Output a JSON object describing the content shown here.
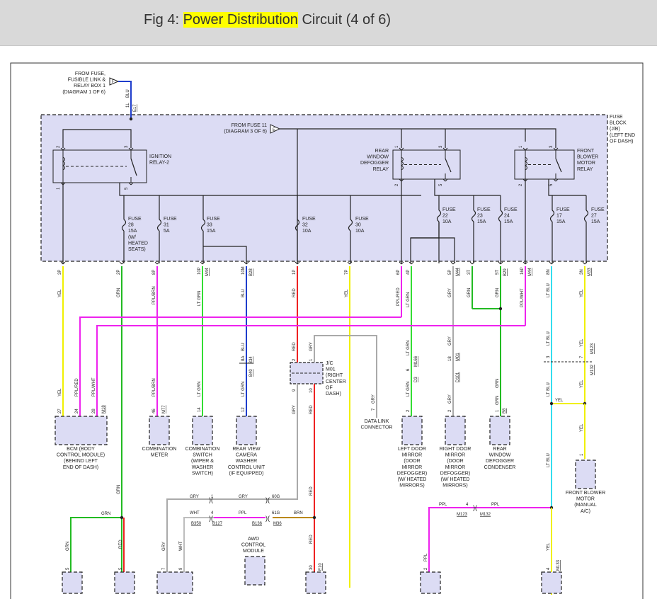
{
  "header": {
    "fig": "Fig 4:",
    "highlight": "Power Distribution",
    "rest": "Circuit (4 of 6)"
  },
  "colors": {
    "YEL": "#f0f000",
    "GRN": "#22bb22",
    "LT GRN": "#33dd33",
    "PPL": "#ee22ee",
    "BLU": "#1f3dcc",
    "LT BLU": "#33ddee",
    "RED": "#ee2222",
    "GRY": "#aaaaaa",
    "WHT": "#bdbdbd",
    "BRN": "#bb8800",
    "BLACK": "#222222",
    "box": "#dcdcf4"
  },
  "fuse_block": {
    "name": [
      "FUSE",
      "BLOCK",
      "(J/B)",
      "(LEFT END",
      "OF DASH)"
    ]
  },
  "feed": {
    "text": [
      "FROM FUSE,",
      "FUSIBLE LINK &",
      "RELAY BOX 1",
      "(DIAGRAM 1 OF 6)"
    ],
    "pin": "F",
    "wire": "BLU",
    "pin_no": "1L",
    "conn": "E17"
  },
  "fuse11": {
    "text": [
      "FROM FUSE 11",
      "(DIAGRAM 3 OF 6)"
    ],
    "pin": "E"
  },
  "relays": [
    {
      "label": [
        "IGNITION",
        "RELAY-2"
      ],
      "pins": [
        "2",
        "3",
        "1",
        "5"
      ]
    },
    {
      "label": [
        "REAR",
        "WINDOW",
        "DEFOGGER",
        "RELAY"
      ],
      "pins": [
        "1",
        "3",
        "2",
        "5"
      ]
    },
    {
      "label": [
        "FRONT",
        "BLOWER",
        "MOTOR",
        "RELAY"
      ],
      "pins": [
        "1",
        "3",
        "2",
        "5"
      ]
    }
  ],
  "fuses": [
    {
      "name": "FUSE",
      "num": "28",
      "rating": "15A",
      "extra": [
        "(W/",
        "HEATED",
        "SEATS)"
      ]
    },
    {
      "name": "FUSE",
      "num": "31",
      "rating": "5A"
    },
    {
      "name": "FUSE",
      "num": "33",
      "rating": "15A"
    },
    {
      "name": "FUSE",
      "num": "32",
      "rating": "10A"
    },
    {
      "name": "FUSE",
      "num": "30",
      "rating": "10A"
    },
    {
      "name": "FUSE",
      "num": "22",
      "rating": "10A"
    },
    {
      "name": "FUSE",
      "num": "23",
      "rating": "15A"
    },
    {
      "name": "FUSE",
      "num": "24",
      "rating": "15A"
    },
    {
      "name": "FUSE",
      "num": "17",
      "rating": "15A"
    },
    {
      "name": "FUSE",
      "num": "27",
      "rating": "15A"
    }
  ],
  "terminals": [
    {
      "pin": "3P",
      "conn": "",
      "wire": "YEL"
    },
    {
      "pin": "2P",
      "conn": "",
      "wire": "GRN"
    },
    {
      "pin": "8P",
      "conn": "",
      "wire": "PPL/BRN"
    },
    {
      "pin": "10P",
      "conn": "M44",
      "wire": "LT GRN"
    },
    {
      "pin": "10M",
      "conn": "B28",
      "wire": "BLU"
    },
    {
      "pin": "1P",
      "conn": "",
      "wire": "RED"
    },
    {
      "pin": "7P",
      "conn": "",
      "wire": "YEL"
    },
    {
      "pin": "6P",
      "conn": "",
      "wire": "PPL/RED"
    },
    {
      "pin": "4P",
      "conn": "",
      "wire": "LT GRN"
    },
    {
      "pin": "5P",
      "conn": "M44",
      "wire": "GRY"
    },
    {
      "pin": "3T",
      "conn": "",
      "wire": "GRN"
    },
    {
      "pin": "5T",
      "conn": "B29",
      "wire": "GRN"
    },
    {
      "pin": "16P",
      "conn": "M44",
      "wire": "PPL/WHT"
    },
    {
      "pin": "8N",
      "conn": "",
      "wire": "LT BLU"
    },
    {
      "pin": "3N",
      "conn": "M33",
      "wire": "YEL"
    }
  ],
  "jc": {
    "name": [
      "J/C",
      "M01",
      "(RIGHT",
      "CENTER",
      "OF",
      "DASH)"
    ],
    "pins": [
      "2",
      "1",
      "9",
      "10"
    ],
    "wires": [
      "RED",
      "GRY",
      "GRY",
      "RED"
    ]
  },
  "dlc": {
    "label": [
      "DATA LINK",
      "CONNECTOR"
    ],
    "pin": "7",
    "wire": "GRY"
  },
  "inline": [
    {
      "pin": "8A",
      "wire": "BLU",
      "conn": "B34"
    },
    {
      "pin": "12",
      "wire": "LT GRN",
      "conn": "B40"
    },
    {
      "pin": "6",
      "wire": "LT GRN",
      "conn": "M166",
      "conn2": "D3"
    },
    {
      "pin": "18",
      "wire": "GRY",
      "conn": "M01",
      "conn2": "D101"
    },
    {
      "pin": "3",
      "wire": "LT BLU",
      "conn": "M123"
    },
    {
      "pin": "7",
      "wire": "YEL",
      "conn": "M132"
    }
  ],
  "components": [
    {
      "label": [
        "BCM (BODY",
        "CONTROL MODULE)",
        "(BEHIND LEFT",
        "END OF DASH)"
      ],
      "pins": [
        {
          "pin": "27",
          "wire": "YEL"
        },
        {
          "pin": "24",
          "wire": "PPL/RED"
        },
        {
          "pin": "28",
          "wire": "PPL/WHT"
        }
      ],
      "conn": "M18"
    },
    {
      "label": [
        "COMBINATION",
        "METER"
      ],
      "pins": [
        {
          "pin": "46",
          "wire": "PPL/BRN"
        }
      ],
      "conn": "M77"
    },
    {
      "label": [
        "COMBINATION",
        "SWITCH",
        "(WIPER &",
        "WASHER",
        "SWITCH)"
      ],
      "pins": [
        {
          "pin": "14",
          "wire": "LT GRN"
        }
      ],
      "conn": ""
    },
    {
      "label": [
        "REAR VIEW",
        "CAMERA",
        "WASHER",
        "CONTROL UNIT",
        "(IF EQUIPPED)"
      ],
      "pins": [
        {
          "pin": "12",
          "wire": "LT GRN"
        }
      ],
      "conn": ""
    },
    {
      "label": [
        "LEFT DOOR",
        "MIRROR",
        "(DOOR",
        "MIRROR",
        "DEFOGGER)",
        "(W/ HEATED",
        "MIRRORS)"
      ],
      "pins": [
        {
          "pin": "2",
          "wire": "LT GRN"
        }
      ],
      "conn": ""
    },
    {
      "label": [
        "RIGHT DOOR",
        "MIRROR",
        "(DOOR",
        "MIRROR",
        "DEFOGGER)",
        "(W/ HEATED",
        "MIRRORS)"
      ],
      "pins": [
        {
          "pin": "2",
          "wire": "GRY"
        }
      ],
      "conn": ""
    },
    {
      "label": [
        "REAR",
        "WINDOW",
        "DEFOGGER",
        "CONDENSER"
      ],
      "pins": [
        {
          "pin": "1",
          "wire": "GRN"
        }
      ],
      "conn": "B8"
    },
    {
      "label": [
        "FRONT BLOWER",
        "MOTOR",
        "(MANUAL",
        "A/C)"
      ],
      "pins": [
        {
          "pin": "1",
          "wire": "YEL"
        }
      ],
      "conn": ""
    },
    {
      "label": [
        "AWD",
        "CONTROL",
        "MODULE"
      ],
      "pins": [],
      "conn": ""
    }
  ],
  "lower": {
    "yel_branch": "YEL",
    "gry_conn": {
      "pin": "1",
      "wire": "GRY",
      "conn": "60G"
    },
    "wht_conn": {
      "pin": "4",
      "wire": "WHT",
      "conn_a": "B350",
      "conn_b": "B127"
    },
    "ppl_conn": {
      "wire": "PPL",
      "conn": "61G",
      "conn2": "B136",
      "conn3": "M36",
      "brn": "BRN"
    },
    "red_vert": "RED",
    "grn_branch": "GRN",
    "ltblu_vert": "LT BLU",
    "ppl_right": {
      "wire": "PPL",
      "pin": "4",
      "conn_a": "M123",
      "conn_b": "M132",
      "wire2": "PPL"
    },
    "bottom": [
      {
        "pin": "5",
        "wire": "GRN"
      },
      {
        "pin": "5",
        "wire": "RED"
      },
      {
        "pin": "7",
        "wire": "GRY"
      },
      {
        "pin": "9",
        "wire": "WHT"
      },
      {
        "pin": "30",
        "wire": "RED",
        "conn": "E10"
      },
      {
        "pin": "2",
        "wire": "PPL"
      },
      {
        "pin": "4",
        "wire": "YEL",
        "conn": "M133"
      }
    ]
  }
}
